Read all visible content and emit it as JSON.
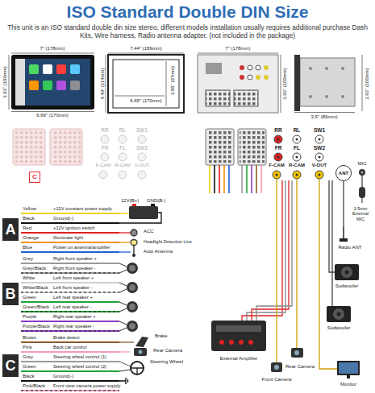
{
  "diagram": {
    "title": "ISO Standard Double DIN Size",
    "caption": "This unit is an ISO standard double din size stereo, different models installation usually requires additional purchase Dash Kits, Wire harness, Radio antenna adapter. (not included in the package)",
    "nodes": [
      {
        "text": [
          "C"
        ]
      },
      {
        "text": [
          "ANT"
        ]
      },
      {
        "text": [
          "A"
        ]
      },
      {
        "text": [
          "B"
        ]
      },
      {
        "text": [
          "C"
        ]
      }
    ],
    "labels": [
      "7\" (178mm)",
      "3.93\" (100mm)",
      "6.69\" (170mm)",
      "7.44\" (189mm)",
      "4.49\" (114mm)",
      "3.85\" (97mm)",
      "6.69\" (170mm)",
      "7\" (178mm)",
      "3.93\" (100mm)",
      "3.5\" (89mm)",
      "3.93\" (100mm)",
      "RR",
      "RL",
      "SW1",
      "FR",
      "FL",
      "SW2",
      "F-CAM",
      "R-CAM",
      "V-OUT",
      "RR",
      "RL",
      "SW1",
      "FR",
      "FL",
      "SW2",
      "F-CAM",
      "R-CAM",
      "V-OUT",
      "MIC",
      "Yellow",
      "+12V constant power supply",
      "Black",
      "Ground(-)",
      "Red",
      "+12V ignition switch",
      "Orange",
      "Illuminate light",
      "Blue",
      "Power on antenna/amplifier",
      "12V(B+)",
      "GND(B-)",
      "ACC",
      "Headlight Detection Line",
      "Auto Antenna",
      "Grey",
      "Right front speaker +",
      "Grey/Black",
      "Right front speaker -",
      "White",
      "Left front speaker +",
      "White/Black",
      "Left front speaker -",
      "Green",
      "Left rear speaker +",
      "Green/Black",
      "Left rear speaker -",
      "Purple",
      "Right rear speaker +",
      "Purple/Black",
      "Right rear speaker -",
      "Brown",
      "Brake detect",
      "Pink",
      "Back car control",
      "Grey",
      "Steering wheel control (1)",
      "Green",
      "Steering wheel control (2)",
      "Black",
      "Ground(-)",
      "Pink/Black",
      "Front view camera power supply",
      "Brake",
      "Rear Camera",
      "Steering Wheel",
      "3.5mm External MIC",
      "Radio ANT",
      "Sudwoofer",
      "Sudwoofer",
      "External Amplifier",
      "Front Camera",
      "Rear Camera",
      "Monitor"
    ]
  }
}
